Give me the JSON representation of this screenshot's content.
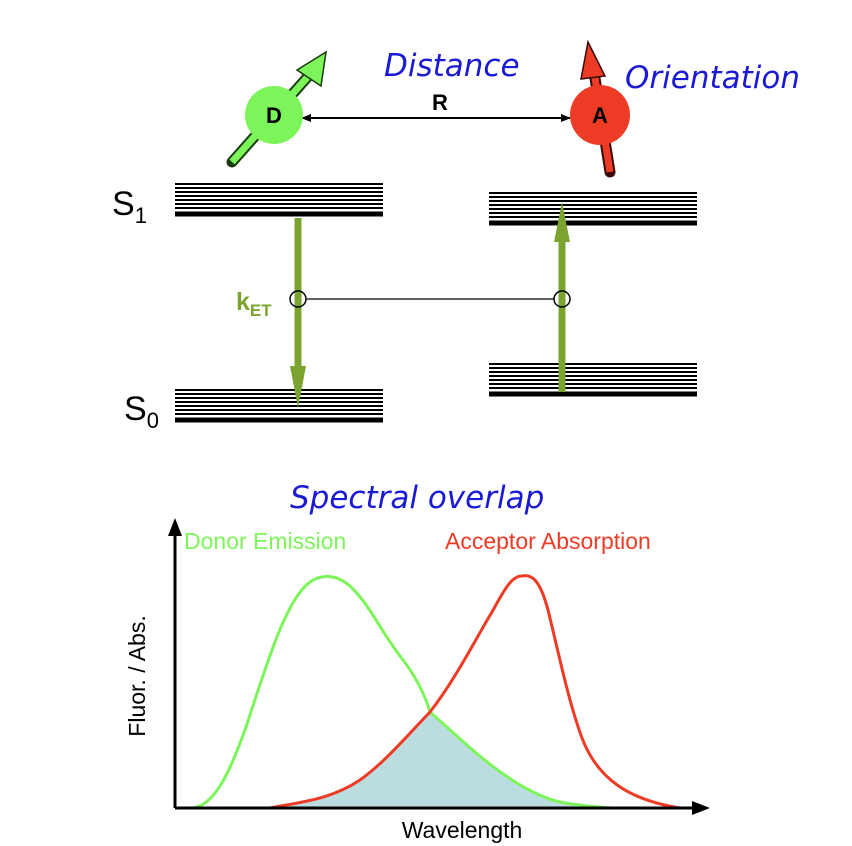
{
  "header": {
    "distance": "Distance",
    "orientation": "Orientation",
    "separation": "R"
  },
  "donor": {
    "label": "D",
    "color": "#7cf55a"
  },
  "acceptor": {
    "label": "A",
    "color": "#ee3b25"
  },
  "states": {
    "excited_letter": "S",
    "excited_sub": "1",
    "ground_letter": "S",
    "ground_sub": "0"
  },
  "transfer": {
    "label_k": "k",
    "label_sub": "ET",
    "color": "#7aa32f"
  },
  "spectrum": {
    "title": "Spectral overlap",
    "ylabel": "Fluor. / Abs.",
    "xlabel": "Wavelength",
    "overlap_color": "#bcdde0"
  },
  "chart_data": {
    "type": "line",
    "title": "Spectral overlap",
    "xlabel": "Wavelength",
    "ylabel": "Fluor. / Abs.",
    "legend_placement": "top",
    "series": [
      {
        "name": "Donor Emission",
        "color": "#7cf55a"
      },
      {
        "name": "Acceptor Absorption",
        "color": "#ee3b25"
      }
    ]
  }
}
